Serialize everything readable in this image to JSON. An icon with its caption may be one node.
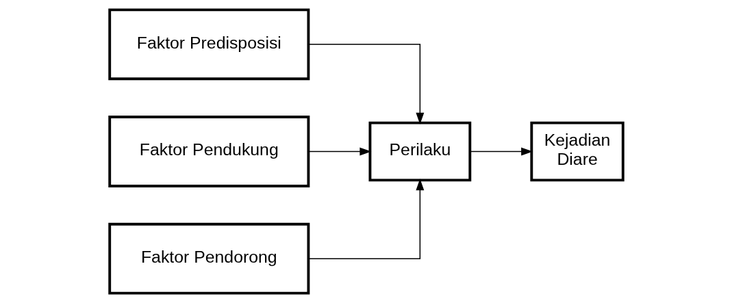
{
  "diagram": {
    "nodes": [
      {
        "text": [
          "Faktor Predisposisi"
        ]
      },
      {
        "text": [
          "Faktor Pendukung"
        ]
      },
      {
        "text": [
          "Faktor Pendorong"
        ]
      },
      {
        "text": [
          "Perilaku"
        ]
      },
      {
        "text": [
          "Kejadian Diare"
        ]
      }
    ],
    "edges": [
      {
        "from": 0,
        "to": 3,
        "arrow": "to"
      },
      {
        "from": 1,
        "to": 3,
        "arrow": "to"
      },
      {
        "from": 2,
        "to": 3,
        "arrow": "to"
      },
      {
        "from": 3,
        "to": 4,
        "arrow": "to"
      }
    ]
  }
}
